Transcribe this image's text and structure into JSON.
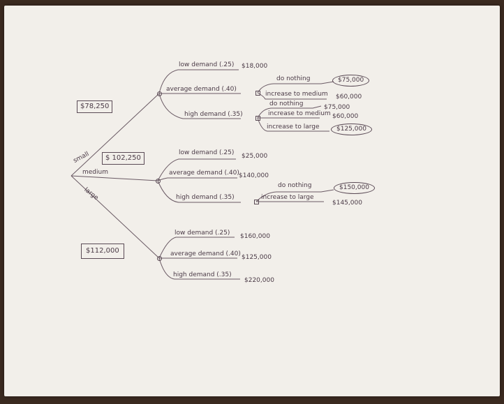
{
  "tree": {
    "root_options": {
      "small": "small",
      "medium": "medium",
      "large": "large"
    },
    "values": {
      "small": "$78,250",
      "medium": "$ 102,250",
      "large": "$112,000"
    },
    "small": {
      "low": {
        "label": "low demand (.25)",
        "value": "$18,000"
      },
      "average": {
        "label": "average demand (.40)"
      },
      "high": {
        "label": "high demand (.35)"
      },
      "avg_do_nothing": {
        "label": "do nothing",
        "value": "$75,000"
      },
      "avg_increase_medium": {
        "label": "increase to medium",
        "value": "$60,000"
      },
      "high_do_nothing": {
        "label": "do nothing",
        "value": "$75,000"
      },
      "high_increase_medium": {
        "label": "increase to medium",
        "value": "$60,000"
      },
      "high_increase_large": {
        "label": "increase to large",
        "value": "$125,000"
      }
    },
    "medium": {
      "low": {
        "label": "low demand (.25)",
        "value": "$25,000"
      },
      "average": {
        "label": "average demand (.40)",
        "value": "$140,000"
      },
      "high": {
        "label": "high demand (.35)"
      },
      "high_do_nothing": {
        "label": "do nothing",
        "value": "$150,000"
      },
      "high_increase_large": {
        "label": "increase to large",
        "value": "$145,000"
      }
    },
    "large": {
      "low": {
        "label": "low demand (.25)",
        "value": "$160,000"
      },
      "average": {
        "label": "average demand (.40)",
        "value": "$125,000"
      },
      "high": {
        "label": "high demand (.35)",
        "value": "$220,000"
      }
    }
  }
}
